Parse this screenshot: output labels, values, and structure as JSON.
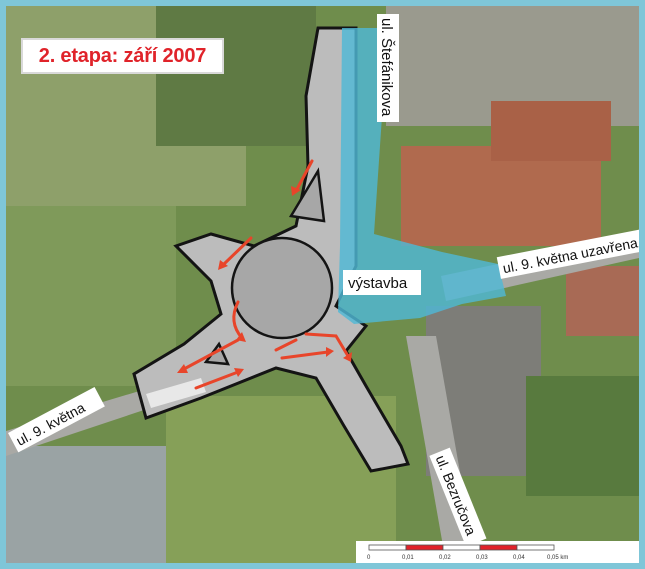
{
  "stage_title": "2. etapa: září 2007",
  "labels": {
    "stefanikova": "ul. Štefánikova",
    "kvetna_closed": "ul. 9. května uzavřena",
    "construction": "výstavba",
    "kvetna": "ul. 9. května",
    "bezrucova": "ul. Bezručova"
  },
  "scale_bar": {
    "ticks": [
      "0",
      "0,01",
      "0,02",
      "0,03",
      "0,04",
      "0,05 km"
    ]
  },
  "colors": {
    "frame": "#7fc6d8",
    "construction_zone": "#4fb8d6",
    "road": "#bdbdbd",
    "outline": "#1a1a1a",
    "arrow": "#e8452a",
    "title_text": "#e0232a"
  }
}
